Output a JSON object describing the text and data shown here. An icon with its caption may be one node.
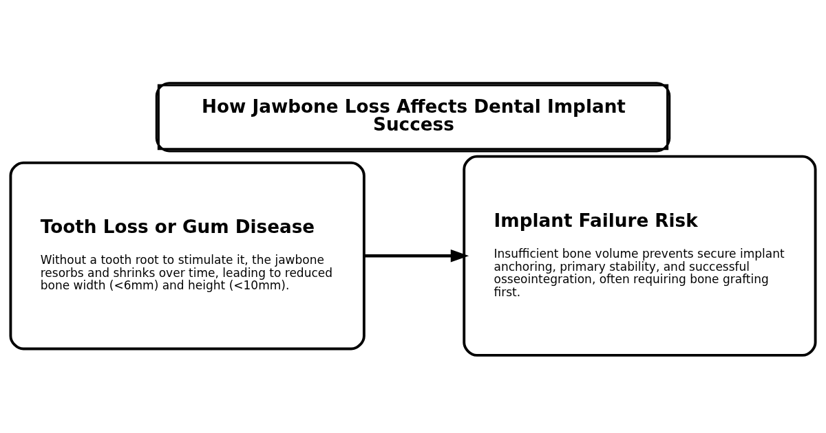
{
  "diagram": {
    "title": "How Jawbone Loss Affects Dental Implant Success",
    "nodes": [
      {
        "text": [
          "Tooth Loss or Gum Disease",
          "Without a tooth root to stimulate it, the jawbone resorbs and shrinks over time, leading to reduced bone width (<6mm) and height (<10mm)."
        ]
      },
      {
        "text": [
          "Implant Failure Risk",
          "Insufficient bone volume prevents secure implant anchoring, primary stability, and successful osseointegration, often requiring bone grafting first."
        ]
      }
    ],
    "edges": [
      {
        "from": 0,
        "to": 1,
        "arrow": "to"
      }
    ]
  }
}
